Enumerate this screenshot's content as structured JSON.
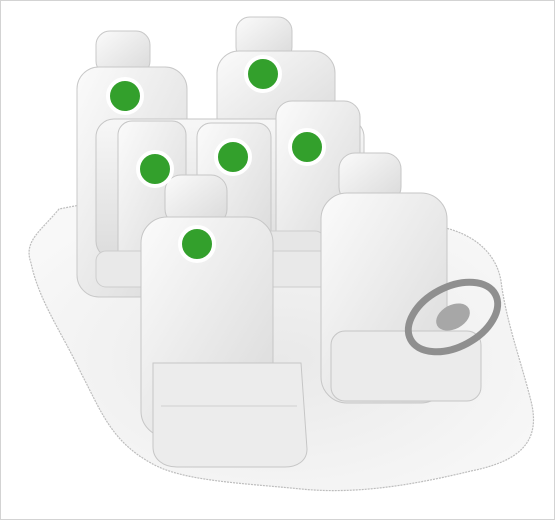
{
  "diagram": {
    "subject": "seat layout",
    "seat_indicator_color": "#33a02c",
    "seat_color": "#efefef",
    "seats": [
      {
        "id": "third-row-left",
        "occupied": true
      },
      {
        "id": "third-row-right",
        "occupied": true
      },
      {
        "id": "second-row-left",
        "occupied": true
      },
      {
        "id": "second-row-middle",
        "occupied": true
      },
      {
        "id": "second-row-right",
        "occupied": true
      },
      {
        "id": "front-passenger",
        "occupied": true
      },
      {
        "id": "driver",
        "occupied": false
      }
    ],
    "icons": [
      "steering-wheel-icon"
    ]
  }
}
